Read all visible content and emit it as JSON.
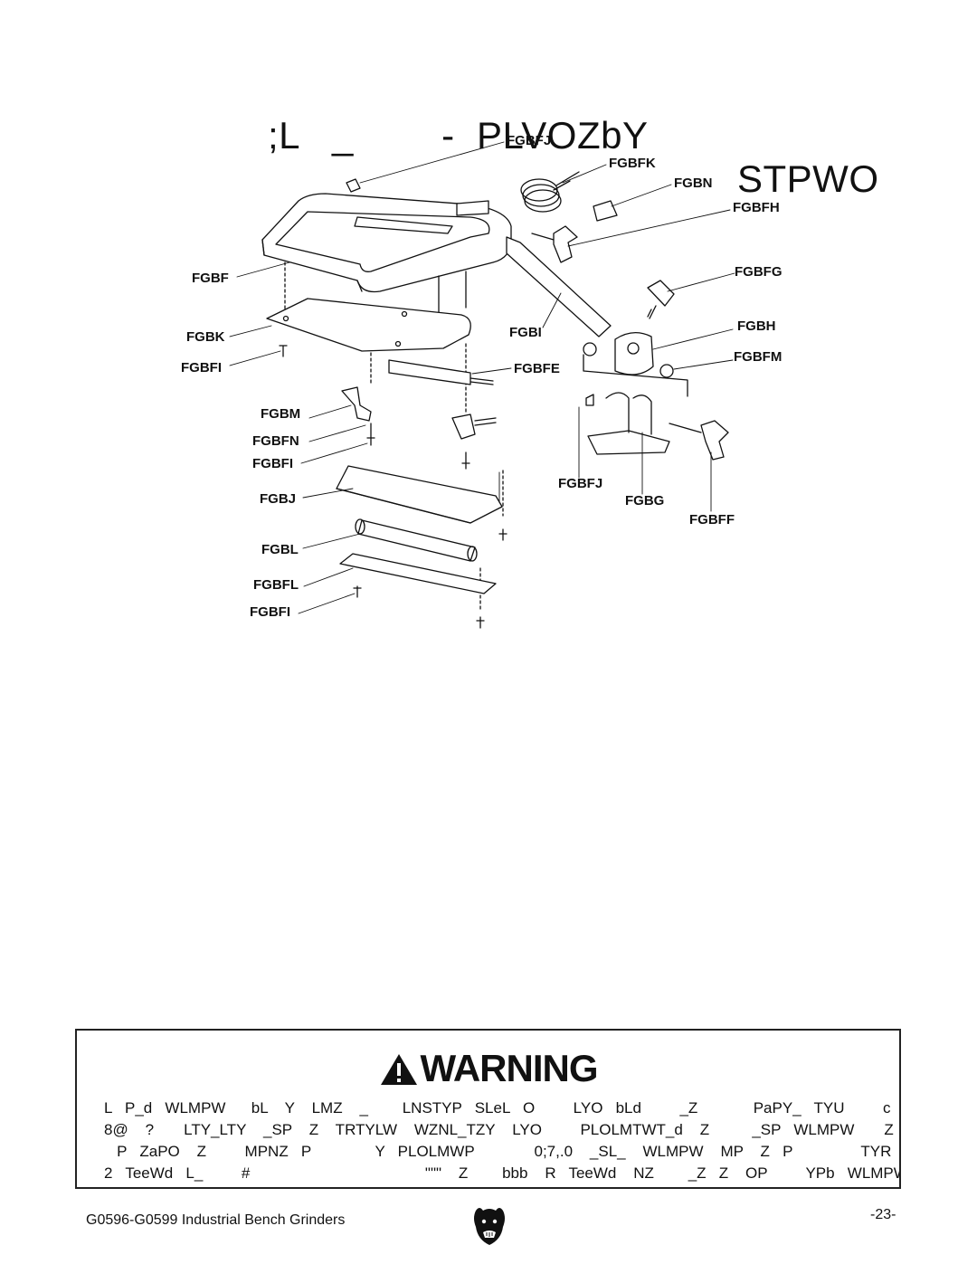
{
  "title": {
    "left": ";L   _        -  PLVOZbY",
    "right": "STPWO"
  },
  "part_labels": {
    "p1": "FGBFJ",
    "p2": "FGBFK",
    "p3": "FGBN",
    "p4": "FGBFH",
    "p5": "FGBF",
    "p6": "FGBFG",
    "p7": "FGBK",
    "p8": "FGBI",
    "p9": "FGBH",
    "p10": "FGBFI",
    "p11": "FGBFE",
    "p12": "FGBFM",
    "p13": "FGBM",
    "p14": "FGBFN",
    "p15": "FGBFI",
    "p16": "FGBFJ",
    "p17": "FGBJ",
    "p18": "FGBG",
    "p19": "FGBFF",
    "p20": "FGBL",
    "p21": "FGBFL",
    "p22": "FGBFI"
  },
  "warning": {
    "heading": "WARNING",
    "lines": [
      "L   P_d   WLMPW      bL    Y    LMZ    _        LNSTYP   SLeL   O         LYO   bLd         _Z             PaPY_   TYU         c",
      "8@    ?       LTY_LTY    _SP    Z    TRTYLW    WZNL_TZY    LYO         PLOLMTWT_d    Z          _SP   WLMPW       Z",
      "   P   ZaPO    Z         MPNZ   P               Y   PLOLMWP              0;7,.0    _SL_    WLMPW    MP    Z   P                TYR    _SP",
      "2   TeeWd   L_         #                                         \"\"\"    Z        bbb    R   TeeWd    NZ        _Z   Z    OP         YPb   WLMPW"
    ]
  },
  "footer": {
    "left": "G0596-G0599 Industrial Bench Grinders",
    "right": "-23-"
  },
  "icons": {
    "warning": "warning-triangle-icon",
    "logo": "grizzly-bear-logo"
  }
}
